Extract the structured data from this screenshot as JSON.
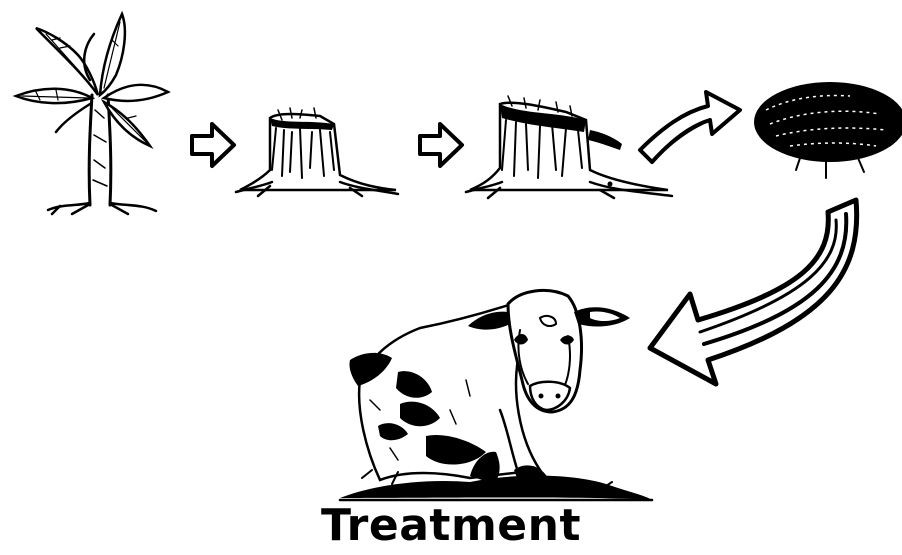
{
  "caption": "Treatment",
  "colors": {
    "ink": "#000000",
    "background": "#ffffff"
  },
  "steps": [
    "banana-plant",
    "cut-stump",
    "stump-with-sores",
    "diseased-sheet",
    "treated-cow"
  ]
}
